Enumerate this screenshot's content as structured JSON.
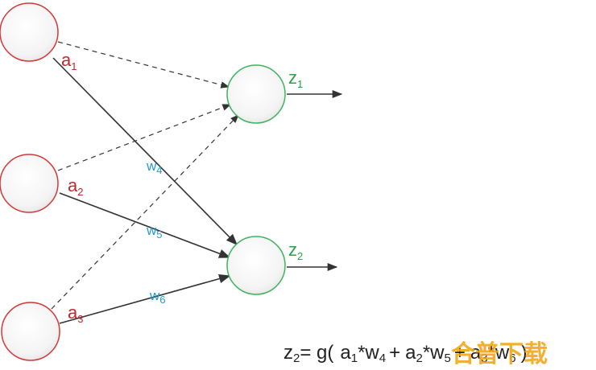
{
  "inputs": [
    {
      "name": "a",
      "sub": "1"
    },
    {
      "name": "a",
      "sub": "2"
    },
    {
      "name": "a",
      "sub": "3"
    }
  ],
  "outputs": [
    {
      "name": "z",
      "sub": "1"
    },
    {
      "name": "z",
      "sub": "2"
    }
  ],
  "weights": [
    {
      "name": "w",
      "sub": "4"
    },
    {
      "name": "w",
      "sub": "5"
    },
    {
      "name": "w",
      "sub": "6"
    }
  ],
  "formula": {
    "lhs": "z",
    "lhs_sub": "2",
    "eq": "= g(",
    "t1": "a",
    "t1s": "1",
    "t1w": "*w",
    "t1ws": "4",
    "plus1": "+",
    "t2": "a",
    "t2s": "2",
    "t2w": "*w",
    "t2ws": "5",
    "plus2": "+",
    "t3": "a",
    "t3s": "3",
    "t3w": "*w",
    "t3ws": "6",
    "close": ")"
  },
  "watermark": "合普下载",
  "colors": {
    "input_stroke": "#d23a3a",
    "output_stroke": "#3fb35f",
    "input_label": "#c0282d",
    "output_label": "#2aa14a",
    "weight_label": "#1f9bd0",
    "edge": "#333333"
  }
}
